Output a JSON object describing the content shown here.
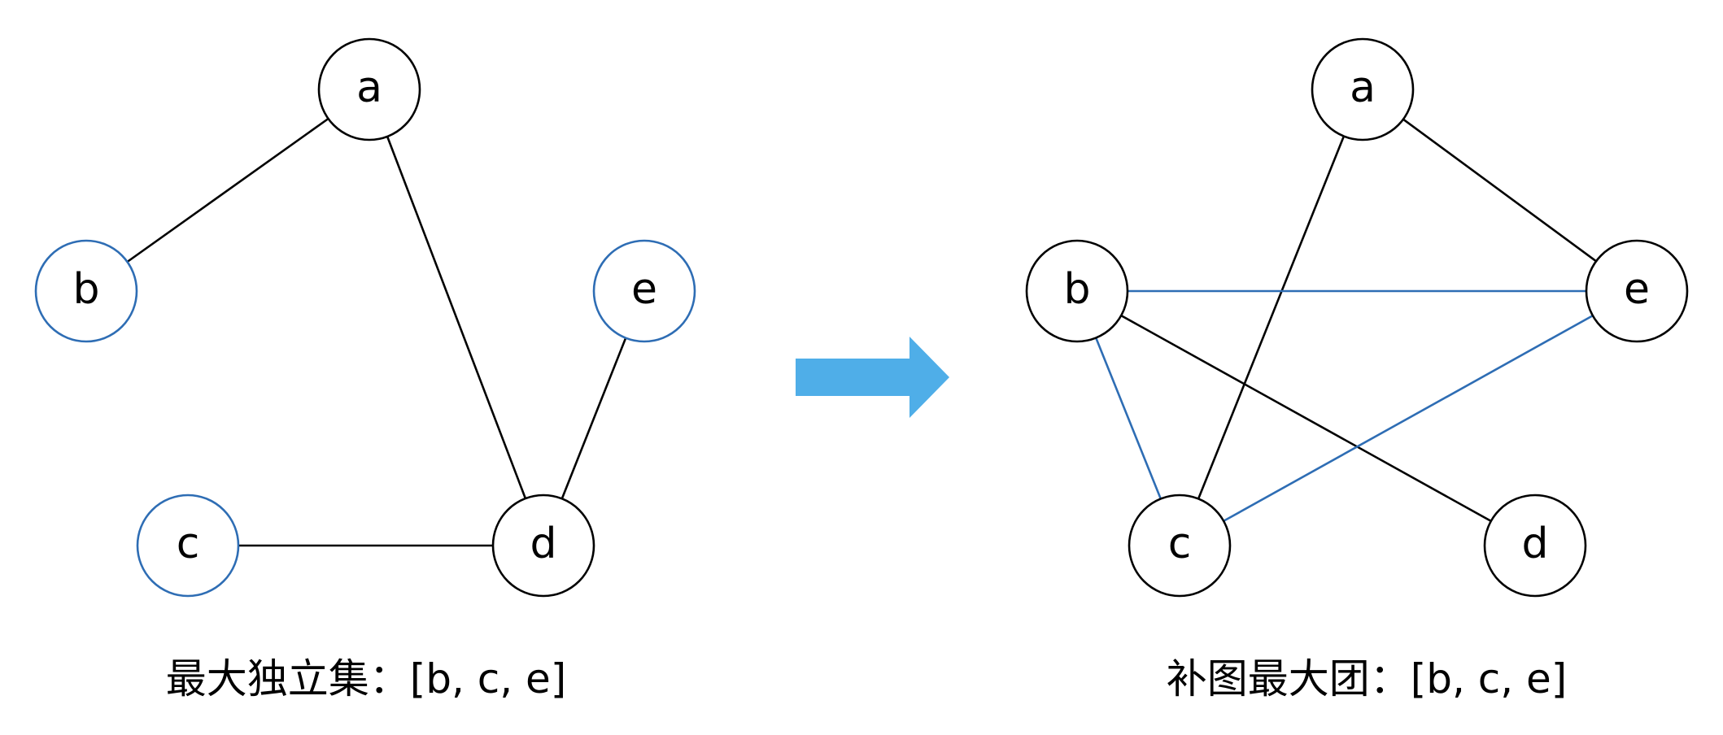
{
  "colors": {
    "edge_default": "#000000",
    "edge_highlight": "#2E6DB4",
    "node_default_stroke": "#000000",
    "node_highlight_stroke": "#2E6DB4",
    "arrow_fill": "#4FAEE8"
  },
  "left_graph": {
    "caption": "最大独立集：[b, c, e]",
    "nodes": [
      {
        "id": "a",
        "label": "a",
        "highlight": false
      },
      {
        "id": "b",
        "label": "b",
        "highlight": true
      },
      {
        "id": "e",
        "label": "e",
        "highlight": true
      },
      {
        "id": "c",
        "label": "c",
        "highlight": true
      },
      {
        "id": "d",
        "label": "d",
        "highlight": false
      }
    ],
    "edges": [
      {
        "from": "a",
        "to": "b",
        "highlight": false
      },
      {
        "from": "a",
        "to": "d",
        "highlight": false
      },
      {
        "from": "e",
        "to": "d",
        "highlight": false
      },
      {
        "from": "c",
        "to": "d",
        "highlight": false
      }
    ]
  },
  "right_graph": {
    "caption": "补图最大团：[b, c, e]",
    "nodes": [
      {
        "id": "a",
        "label": "a",
        "highlight": false
      },
      {
        "id": "b",
        "label": "b",
        "highlight": false
      },
      {
        "id": "e",
        "label": "e",
        "highlight": false
      },
      {
        "id": "c",
        "label": "c",
        "highlight": false
      },
      {
        "id": "d",
        "label": "d",
        "highlight": false
      }
    ],
    "edges": [
      {
        "from": "a",
        "to": "e",
        "highlight": false
      },
      {
        "from": "a",
        "to": "c",
        "highlight": false
      },
      {
        "from": "b",
        "to": "d",
        "highlight": false
      },
      {
        "from": "b",
        "to": "e",
        "highlight": true
      },
      {
        "from": "b",
        "to": "c",
        "highlight": true
      },
      {
        "from": "c",
        "to": "e",
        "highlight": true
      }
    ]
  },
  "arrow": {
    "icon": "right-arrow-icon"
  }
}
